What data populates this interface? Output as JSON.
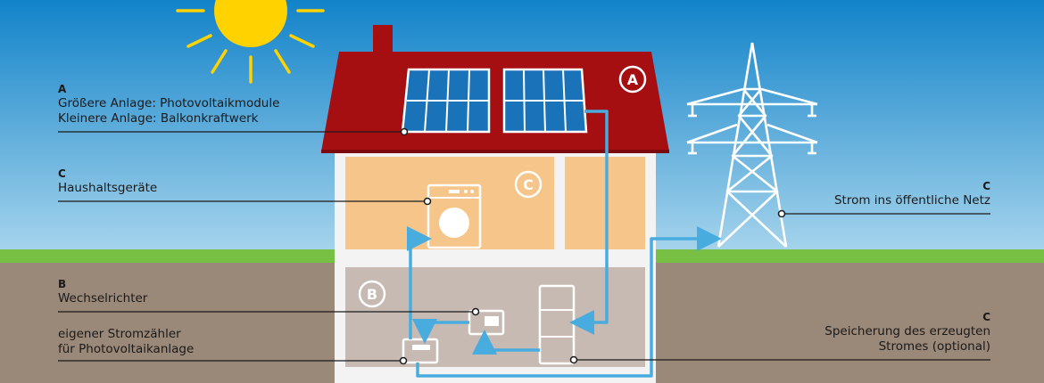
{
  "colors": {
    "sky_top": "#1283c9",
    "sky_bottom": "#9fd0ea",
    "grass": "#77c043",
    "soil": "#9a8878",
    "roof": "#a50f12",
    "house_wall": "#f3f3f3",
    "room_upper": "#f6c58a",
    "room_cellar": "#c7bab3",
    "solar_panel": "#1a73b8",
    "flow_line": "#48acdf",
    "sun": "#ffd200"
  },
  "badges": {
    "a": "A",
    "b": "B",
    "c": "C"
  },
  "labels": {
    "pv": {
      "key": "A",
      "line1": "Größere Anlage: Photovoltaikmodule",
      "line2": "Kleinere Anlage: Balkonkraftwerk"
    },
    "appliances": {
      "key": "C",
      "line1": "Haushaltsgeräte"
    },
    "inverter": {
      "key": "B",
      "line1": "Wechselrichter"
    },
    "meter": {
      "line1": "eigener Stromzähler",
      "line2": "für Photovoltaikanlage"
    },
    "grid": {
      "key": "C",
      "line1": "Strom ins öffentliche Netz"
    },
    "storage": {
      "key": "C",
      "line1": "Speicherung des erzeugten",
      "line2": "Stromes (optional)"
    }
  },
  "icons": {
    "sun": "sun-icon",
    "pylon": "power-pylon-icon",
    "washing_machine": "washing-machine-icon",
    "inverter": "inverter-icon",
    "meter": "electricity-meter-icon",
    "battery": "battery-storage-icon"
  }
}
